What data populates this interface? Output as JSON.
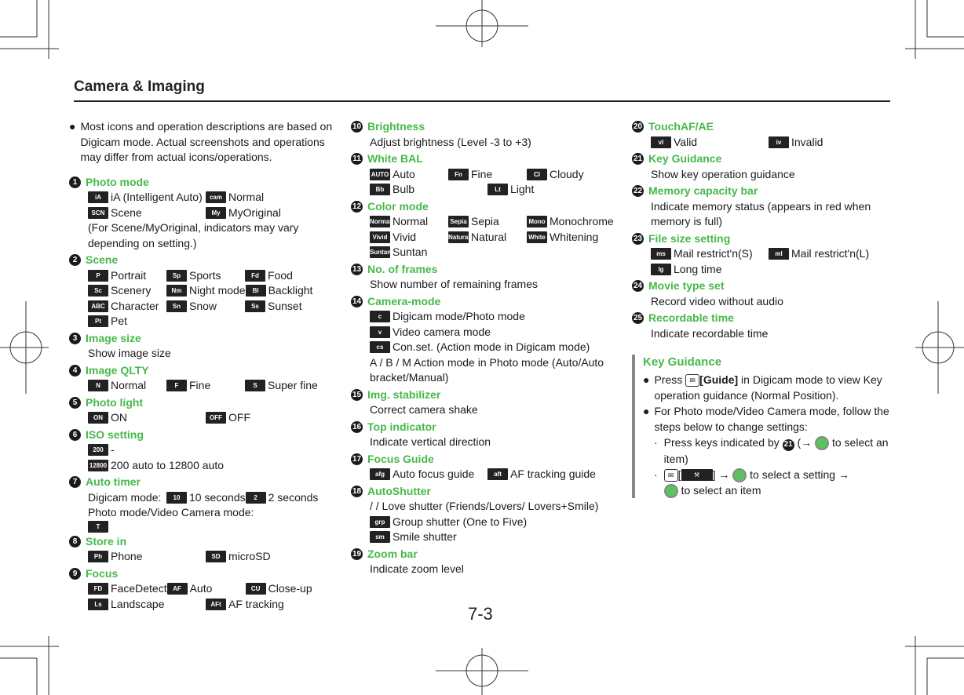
{
  "header": {
    "title": "Camera & Imaging"
  },
  "page_number": "7-3",
  "intro": "Most icons and operation descriptions are based on Digicam mode. Actual screenshots and operations may differ from actual icons/operations.",
  "items": [
    {
      "num": "1",
      "title": "Photo mode",
      "lines": [
        [
          {
            "icon": "iA",
            "text": "iA (Intelligent Auto)"
          },
          {
            "icon": "cam",
            "text": "Normal"
          }
        ],
        [
          {
            "icon": "SCN",
            "text": "Scene"
          },
          {
            "icon": "My",
            "text": "MyOriginal"
          }
        ]
      ],
      "note": "(For Scene/MyOriginal, indicators may vary depending on setting.)"
    },
    {
      "num": "2",
      "title": "Scene",
      "lines": [
        [
          {
            "icon": "P",
            "text": "Portrait"
          },
          {
            "icon": "Sp",
            "text": "Sports"
          },
          {
            "icon": "Fd",
            "text": "Food"
          }
        ],
        [
          {
            "icon": "Sc",
            "text": "Scenery"
          },
          {
            "icon": "Nm",
            "text": "Night mode"
          },
          {
            "icon": "Bl",
            "text": "Backlight"
          }
        ],
        [
          {
            "icon": "ABC",
            "text": "Character"
          },
          {
            "icon": "Sn",
            "text": "Snow"
          },
          {
            "icon": "Ss",
            "text": "Sunset"
          }
        ],
        [
          {
            "icon": "Pt",
            "text": "Pet"
          }
        ]
      ]
    },
    {
      "num": "3",
      "title": "Image size",
      "note": "Show image size"
    },
    {
      "num": "4",
      "title": "Image QLTY",
      "lines": [
        [
          {
            "icon": "N",
            "text": "Normal"
          },
          {
            "icon": "F",
            "text": "Fine"
          },
          {
            "icon": "S",
            "text": "Super fine"
          }
        ]
      ]
    },
    {
      "num": "5",
      "title": "Photo light",
      "lines": [
        [
          {
            "icon": "ON",
            "text": "ON"
          },
          {
            "icon": "OFF",
            "text": "OFF"
          }
        ]
      ]
    },
    {
      "num": "6",
      "title": "ISO setting",
      "lines": [
        [
          {
            "icon": "200",
            "text": "-"
          },
          {
            "icon": "12800",
            "text": "200 auto to 12800 auto"
          }
        ]
      ]
    },
    {
      "num": "7",
      "title": "Auto timer",
      "lines": [
        [
          {
            "text": "Digicam mode:"
          },
          {
            "icon": "10",
            "text": "10 seconds"
          },
          {
            "icon": "2",
            "text": "2 seconds"
          }
        ],
        [
          {
            "text": "Photo mode/Video Camera mode:"
          },
          {
            "icon": "T",
            "text": ""
          }
        ]
      ]
    },
    {
      "num": "8",
      "title": "Store in",
      "lines": [
        [
          {
            "icon": "Ph",
            "text": "Phone"
          },
          {
            "icon": "SD",
            "text": "microSD"
          }
        ]
      ]
    },
    {
      "num": "9",
      "title": "Focus",
      "lines": [
        [
          {
            "icon": "FD",
            "text": "FaceDetect"
          },
          {
            "icon": "AF",
            "text": "Auto"
          },
          {
            "icon": "CU",
            "text": "Close-up"
          }
        ],
        [
          {
            "icon": "Ls",
            "text": "Landscape"
          },
          {
            "icon": "AFt",
            "text": "AF tracking"
          }
        ]
      ]
    }
  ],
  "items2": [
    {
      "num": "10",
      "title": "Brightness",
      "note": "Adjust brightness (Level -3 to +3)"
    },
    {
      "num": "11",
      "title": "White BAL",
      "lines": [
        [
          {
            "icon": "AUTO",
            "text": "Auto"
          },
          {
            "icon": "Fn",
            "text": "Fine"
          },
          {
            "icon": "Cl",
            "text": "Cloudy"
          }
        ],
        [
          {
            "icon": "Bb",
            "text": "Bulb"
          },
          {
            "icon": "Lt",
            "text": "Light"
          }
        ]
      ]
    },
    {
      "num": "12",
      "title": "Color mode",
      "lines": [
        [
          {
            "icon": "Normal",
            "text": "Normal"
          },
          {
            "icon": "Sepia",
            "text": "Sepia"
          },
          {
            "icon": "Mono",
            "text": "Monochrome"
          }
        ],
        [
          {
            "icon": "Vivid",
            "text": "Vivid"
          },
          {
            "icon": "Natural",
            "text": "Natural"
          },
          {
            "icon": "White",
            "text": "Whitening"
          }
        ],
        [
          {
            "icon": "Suntan",
            "text": "Suntan"
          }
        ]
      ]
    },
    {
      "num": "13",
      "title": "No. of frames",
      "note": "Show number of remaining frames"
    },
    {
      "num": "14",
      "title": "Camera-mode",
      "lines": [
        [
          {
            "icon": "c",
            "text": "Digicam mode/Photo mode"
          }
        ],
        [
          {
            "icon": "v",
            "text": "Video camera mode"
          }
        ],
        [
          {
            "icon": "cs",
            "text": "Con.set. (Action mode in Digicam mode)"
          }
        ]
      ],
      "note": "A / B / M Action mode in Photo mode (Auto/Auto bracket/Manual)"
    },
    {
      "num": "15",
      "title": "Img. stabilizer",
      "note": "Correct camera shake"
    },
    {
      "num": "16",
      "title": "Top indicator",
      "note": "Indicate vertical direction"
    },
    {
      "num": "17",
      "title": "Focus Guide",
      "lines": [
        [
          {
            "icon": "afg",
            "text": "Auto focus guide"
          },
          {
            "icon": "aft",
            "text": "AF tracking guide"
          }
        ]
      ]
    },
    {
      "num": "18",
      "title": "AutoShutter",
      "note": "/ / Love shutter (Friends/Lovers/ Lovers+Smile)",
      "lines": [
        [
          {
            "icon": "grp",
            "text": "Group shutter (One to Five)"
          }
        ],
        [
          {
            "icon": "sm",
            "text": "Smile shutter"
          }
        ]
      ]
    },
    {
      "num": "19",
      "title": "Zoom bar",
      "note": "Indicate zoom level"
    }
  ],
  "items3": [
    {
      "num": "20",
      "title": "TouchAF/AE",
      "lines": [
        [
          {
            "icon": "vl",
            "text": "Valid"
          },
          {
            "icon": "iv",
            "text": "Invalid"
          }
        ]
      ]
    },
    {
      "num": "21",
      "title": "Key Guidance",
      "note": "Show key operation guidance"
    },
    {
      "num": "22",
      "title": "Memory capacity bar",
      "note": "Indicate memory status (appears in red when memory is full)"
    },
    {
      "num": "23",
      "title": "File size setting",
      "lines": [
        [
          {
            "icon": "ms",
            "text": "Mail restrict'n(S)"
          },
          {
            "icon": "ml",
            "text": "Mail restrict'n(L)"
          }
        ],
        [
          {
            "icon": "lg",
            "text": "Long time"
          }
        ]
      ]
    },
    {
      "num": "24",
      "title": "Movie type set",
      "note": "Record video without audio"
    },
    {
      "num": "25",
      "title": "Recordable time",
      "note": "Indicate recordable time"
    }
  ],
  "key_guidance": {
    "title": "Key Guidance",
    "b1_pre": "Press",
    "b1_bold": "[Guide]",
    "b1_post": "in Digicam mode to view Key operation guidance (Normal Position).",
    "b2": "For Photo mode/Video Camera mode, follow the steps below to change settings:",
    "s1a": "Press keys indicated by",
    "s1b": "21",
    "s1c": "(→",
    "s1d": "to select an item)",
    "s2a": "[",
    "s2b": "]",
    "s2c": "→",
    "s2d": "to select a setting →",
    "s2e": "to select an item"
  }
}
